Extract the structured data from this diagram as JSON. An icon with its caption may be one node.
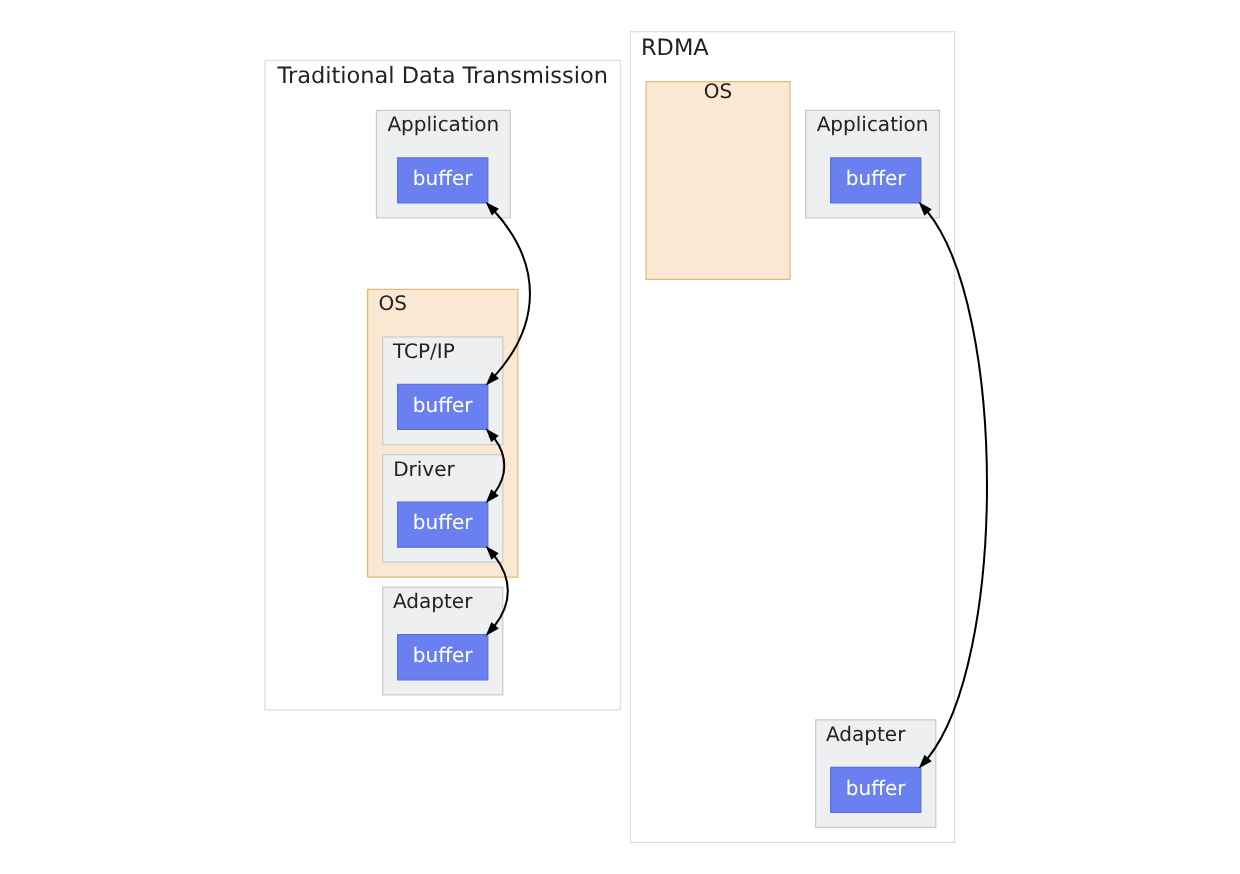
{
  "diagram": {
    "nodes": [
      {
        "text": [
          "Traditional Data Transmission"
        ]
      },
      {
        "text": [
          "Application"
        ],
        "in": 0
      },
      {
        "text": [
          "buffer"
        ],
        "in": 1
      },
      {
        "text": [
          "OS"
        ],
        "in": 0
      },
      {
        "text": [
          "TCP/IP"
        ],
        "in": 3
      },
      {
        "text": [
          "buffer"
        ],
        "in": 4
      },
      {
        "text": [
          "Driver"
        ],
        "in": 3
      },
      {
        "text": [
          "buffer"
        ],
        "in": 6
      },
      {
        "text": [
          "Adapter"
        ],
        "in": 0
      },
      {
        "text": [
          "buffer"
        ],
        "in": 8
      },
      {
        "text": [
          "RDMA"
        ]
      },
      {
        "text": [
          "Application"
        ],
        "in": 10
      },
      {
        "text": [
          "buffer"
        ],
        "in": 11
      },
      {
        "text": [
          "OS"
        ],
        "in": 10
      },
      {
        "text": [
          "Adapter"
        ],
        "in": 10
      },
      {
        "text": [
          "buffer"
        ],
        "in": 14
      }
    ],
    "edges": [
      {
        "from": 2,
        "to": 5,
        "arrow": "both"
      },
      {
        "from": 5,
        "to": 7,
        "arrow": "both"
      },
      {
        "from": 7,
        "to": 9,
        "arrow": "both"
      },
      {
        "from": 12,
        "to": 15,
        "arrow": "both"
      }
    ]
  }
}
